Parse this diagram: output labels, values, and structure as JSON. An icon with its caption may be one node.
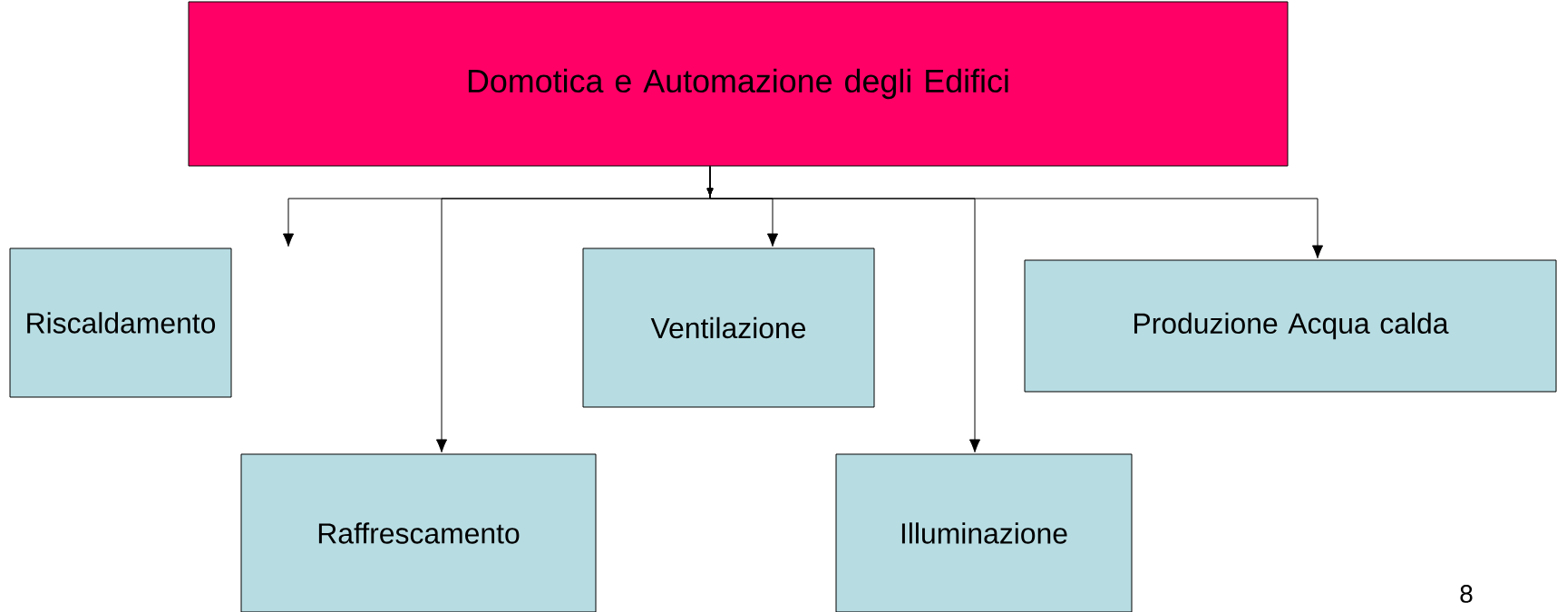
{
  "diagram": {
    "nodes": [
      {
        "text": [
          "Domotica e Automazione degli Edifici"
        ]
      },
      {
        "text": [
          "Riscaldamento"
        ]
      },
      {
        "text": [
          "Raffrescamento"
        ]
      },
      {
        "text": [
          "Ventilazione"
        ]
      },
      {
        "text": [
          "Illuminazione"
        ]
      },
      {
        "text": [
          "Produzione Acqua calda"
        ]
      }
    ],
    "edges": [
      {
        "from": 0,
        "to": 1,
        "arrow": "to"
      },
      {
        "from": 0,
        "to": 2,
        "arrow": "to"
      },
      {
        "from": 0,
        "to": 3,
        "arrow": "to"
      },
      {
        "from": 0,
        "to": 4,
        "arrow": "to"
      },
      {
        "from": 0,
        "to": 5,
        "arrow": "to"
      }
    ],
    "labels": [
      "8"
    ]
  }
}
